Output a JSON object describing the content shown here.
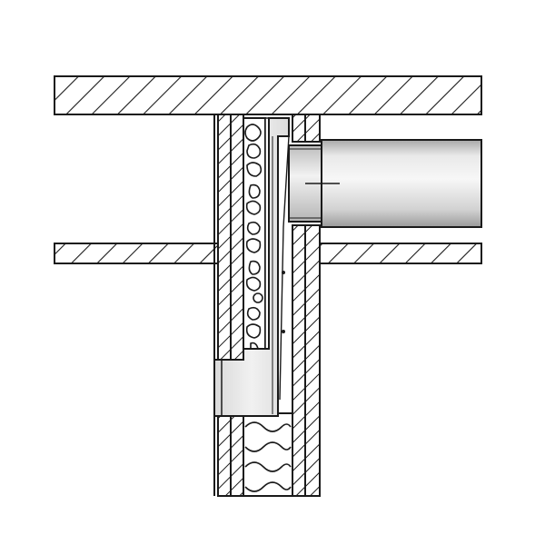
{
  "diagram": {
    "components": [
      {
        "id": "upper-ceiling-slab",
        "kind": "hatched-slab"
      },
      {
        "id": "intermediate-floor-slab",
        "kind": "hatched-slab"
      },
      {
        "id": "vertical-shaft-wall-left",
        "kind": "hatched-wall"
      },
      {
        "id": "vertical-shaft-wall-right",
        "kind": "hatched-wall"
      },
      {
        "id": "insulation-layer",
        "kind": "insulation"
      },
      {
        "id": "horizontal-duct-pipe",
        "kind": "cylinder"
      },
      {
        "id": "elbow-fitting",
        "kind": "fitting"
      }
    ],
    "colors": {
      "line": "#1a1a1a",
      "background": "#ffffff",
      "pipe_light": "#f4f4f4",
      "pipe_mid": "#cfcfcf",
      "pipe_dark": "#9a9a9a",
      "fitting_fill": "#e6e6e6"
    }
  }
}
